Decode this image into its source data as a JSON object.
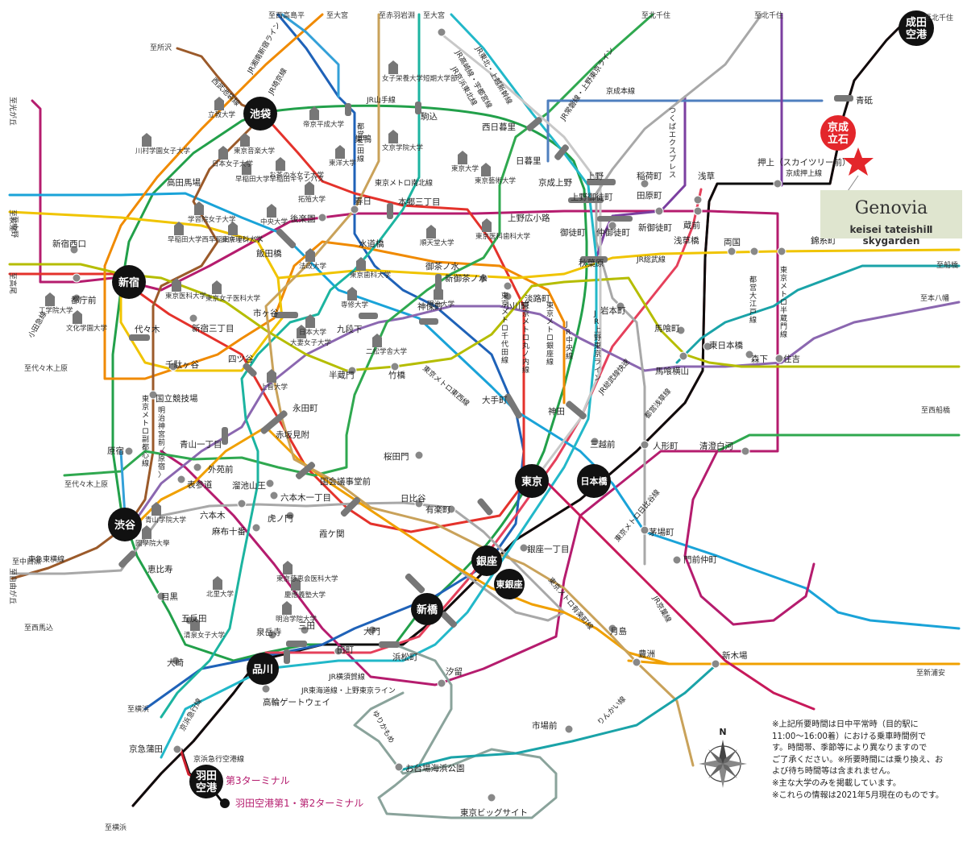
{
  "map_title": "",
  "colors": {
    "yamanote": "#22a04a",
    "keisei": "#0d0d0d",
    "keisei_border": "#cc1f2d",
    "oedo": "#b51c6e",
    "mita": "#1f62b8",
    "asakusa": "#e5405b",
    "yurikamome": "#8aa39b",
    "tozai": "#1aa3d8",
    "marunouchi": "#e4322b",
    "chuo": "#f08a00",
    "sobu": "#f0c400",
    "hanzomon": "#8b67b0",
    "fukutoshin": "#9b5a2a",
    "hibiya": "#a8a8a8",
    "chiyoda": "#2fa84f",
    "namboku": "#1cb4a0",
    "shinjuku": "#b5bd00",
    "ginza": "#f0a000",
    "yurakucho": "#c9a25a",
    "tsukuba": "#7b3fa0",
    "ginza_border": "#666666",
    "hub_circle": "#111111",
    "brand_bg": "#dfe5cf",
    "star": "#e3262b"
  },
  "icons": [
    "university-icon",
    "compass-rose-icon",
    "star-icon"
  ],
  "hubs": [
    "池袋",
    "新宿",
    "渋谷",
    "東京",
    "日本橋",
    "銀座",
    "東銀座",
    "新橋",
    "品川"
  ],
  "kstation": {
    "line1": "京成",
    "line2": "立石"
  },
  "narita": {
    "line1": "成田",
    "line2": "空港"
  },
  "haneda": {
    "line1": "羽田",
    "line2": "空港",
    "term3": "第3ターミナル",
    "term12": "羽田空港第1・第2ターミナル"
  },
  "brand": {
    "name": "Genovia",
    "sub": "keisei tateishiⅡ skygarden"
  },
  "compass_label": "N",
  "notes": [
    "※上記所要時間は日中平常時（目的駅に",
    "11:00〜16:00着）における乗車時間例で",
    "す。時間帯、季節等により異なりますので",
    "ご了承ください。※所要時間には乗り換え、お",
    "よび待ち時間等は含まれません。",
    "※主な大学のみを掲載しています。",
    "※これらの情報は2021年5月現在のものです。"
  ],
  "stations": [
    "高田馬場",
    "巣鴨",
    "駒込",
    "西日暮里",
    "日暮里",
    "京成上野",
    "上野",
    "稲荷町",
    "田原町",
    "浅草",
    "押上（スカイツリー前）",
    "青砥",
    "春日",
    "本郷三丁目",
    "上野広小路",
    "上野御徒町",
    "御徒町",
    "仲御徒町",
    "新御徒町",
    "蔵前",
    "両国",
    "錦糸町",
    "秋葉原",
    "浅草橋",
    "新宿西口",
    "都庁前",
    "後楽園",
    "水道橋",
    "飯田橋",
    "御茶ノ水",
    "新御茶ノ水",
    "小川町",
    "淡路町",
    "神保町",
    "九段下",
    "市ヶ谷",
    "代々木",
    "新宿三丁目",
    "千駄ヶ谷",
    "四ツ谷",
    "半蔵門",
    "竹橋",
    "大手町",
    "神田",
    "岩本町",
    "馬喰町",
    "馬喰横山",
    "東日本橋",
    "森下",
    "住吉",
    "国立競技場",
    "永田町",
    "赤坂見附",
    "青山一丁目",
    "外苑前",
    "表参道",
    "原宿",
    "溜池山王",
    "国会議事堂前",
    "桜田門",
    "三越前",
    "人形町",
    "清澄白河",
    "六本木",
    "六本木一丁目",
    "虎ノ門",
    "霞ケ関",
    "日比谷",
    "有楽町",
    "銀座一丁目",
    "茅場町",
    "門前仲町",
    "麻布十番",
    "恵比寿",
    "目黒",
    "五反田",
    "泉岳寺",
    "三田",
    "大門",
    "浜松町",
    "田町",
    "汐留",
    "大崎",
    "高輪ゲートウェイ",
    "京急蒲田",
    "月島",
    "豊洲",
    "新木場",
    "市場前",
    "お台場海浜公園",
    "東京ビッグサイト"
  ],
  "endpoints": [
    "至西高島平",
    "至大宮",
    "至赤羽岩淵",
    "至大宮",
    "至北千住",
    "至北千住",
    "至北千住",
    "至所沢",
    "至光が丘",
    "至荻窪",
    "至高尾",
    "至中野",
    "至代々木上原",
    "至代々木上原",
    "至本八幡",
    "至西船橋",
    "至新浦安",
    "至中目黒",
    "至西馬込",
    "至横浜",
    "至横浜",
    "至自由が丘",
    "至船橋"
  ],
  "line_labels": [
    "西武池袋線",
    "JR湘南新宿ライン",
    "JR埼京線",
    "JR山手線",
    "都営三田線",
    "東京メトロ南北線",
    "JR東北・上越新幹線",
    "JR高崎線・宇都宮線",
    "JR京浜東北線",
    "JR常磐線・上野東京ライン",
    "京成本線",
    "つくばエクスプレス",
    "京成押上線",
    "JR総武線",
    "都営大江戸線",
    "東京メトロ半蔵門線",
    "東京メトロ千代田線",
    "東京メトロ丸ノ内線",
    "東京メトロ銀座線",
    "JR中央線",
    "JR上野東京ライン",
    "東京メトロ東西線",
    "JR総武線快速",
    "都営浅草線",
    "東京メトロ副都心線",
    "明治神宮前〈原宿〉",
    "小田急線",
    "東急東横線",
    "東京メトロ日比谷線",
    "東京メトロ有楽町線",
    "JR京葉線",
    "ゆりかもめ",
    "りんかい線",
    "JR横須賀線",
    "JR東海道線・上野東京ライン",
    "京浜急行線",
    "京浜急行空港線"
  ],
  "universities": [
    "立教大学",
    "川村学園女子大学",
    "東京音楽大学",
    "日本女子大学",
    "お茶の水女子大学",
    "帝京平成大学",
    "東洋大学",
    "女子栄養大学短期大学部",
    "文京学院大学",
    "東京大学",
    "東京藝術大学",
    "早稲田大学早稲田キャンパス",
    "拓殖大学",
    "学習院女子大学",
    "中央大学",
    "早稲田大学西早稲田キャンパス",
    "東京理科大学",
    "順天堂大学",
    "東京医科歯科大学",
    "法政大学",
    "東京歯科大学",
    "東京医科大学",
    "東京女子医科大学",
    "工学院大学",
    "文化学園大学",
    "専修大学",
    "明治大学",
    "日本大学",
    "大妻女子大学",
    "二松学舎大学",
    "上智大学",
    "青山学院大学",
    "國學院大學",
    "北里大学",
    "東京慈恵会医科大学",
    "慶應義塾大学",
    "明治学院大学",
    "清泉女子大学"
  ]
}
